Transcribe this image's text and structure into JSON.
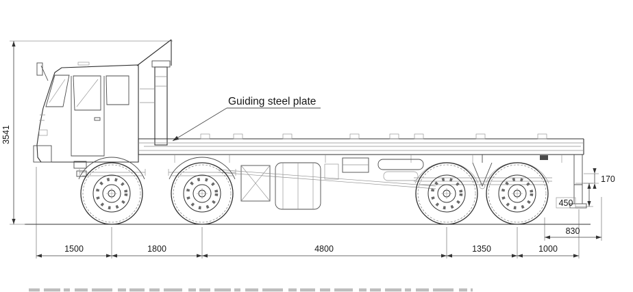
{
  "drawing": {
    "callout": "Guiding steel plate",
    "dims": {
      "overall_height": "3541",
      "front_overhang": "1500",
      "axle1_to_axle2": "1800",
      "axle2_to_axle3": "4800",
      "axle3_to_axle4": "1350",
      "rear_overhang": "1000",
      "rear_step_height": "170",
      "rear_frame_height": "450",
      "rear_span": "830"
    }
  }
}
